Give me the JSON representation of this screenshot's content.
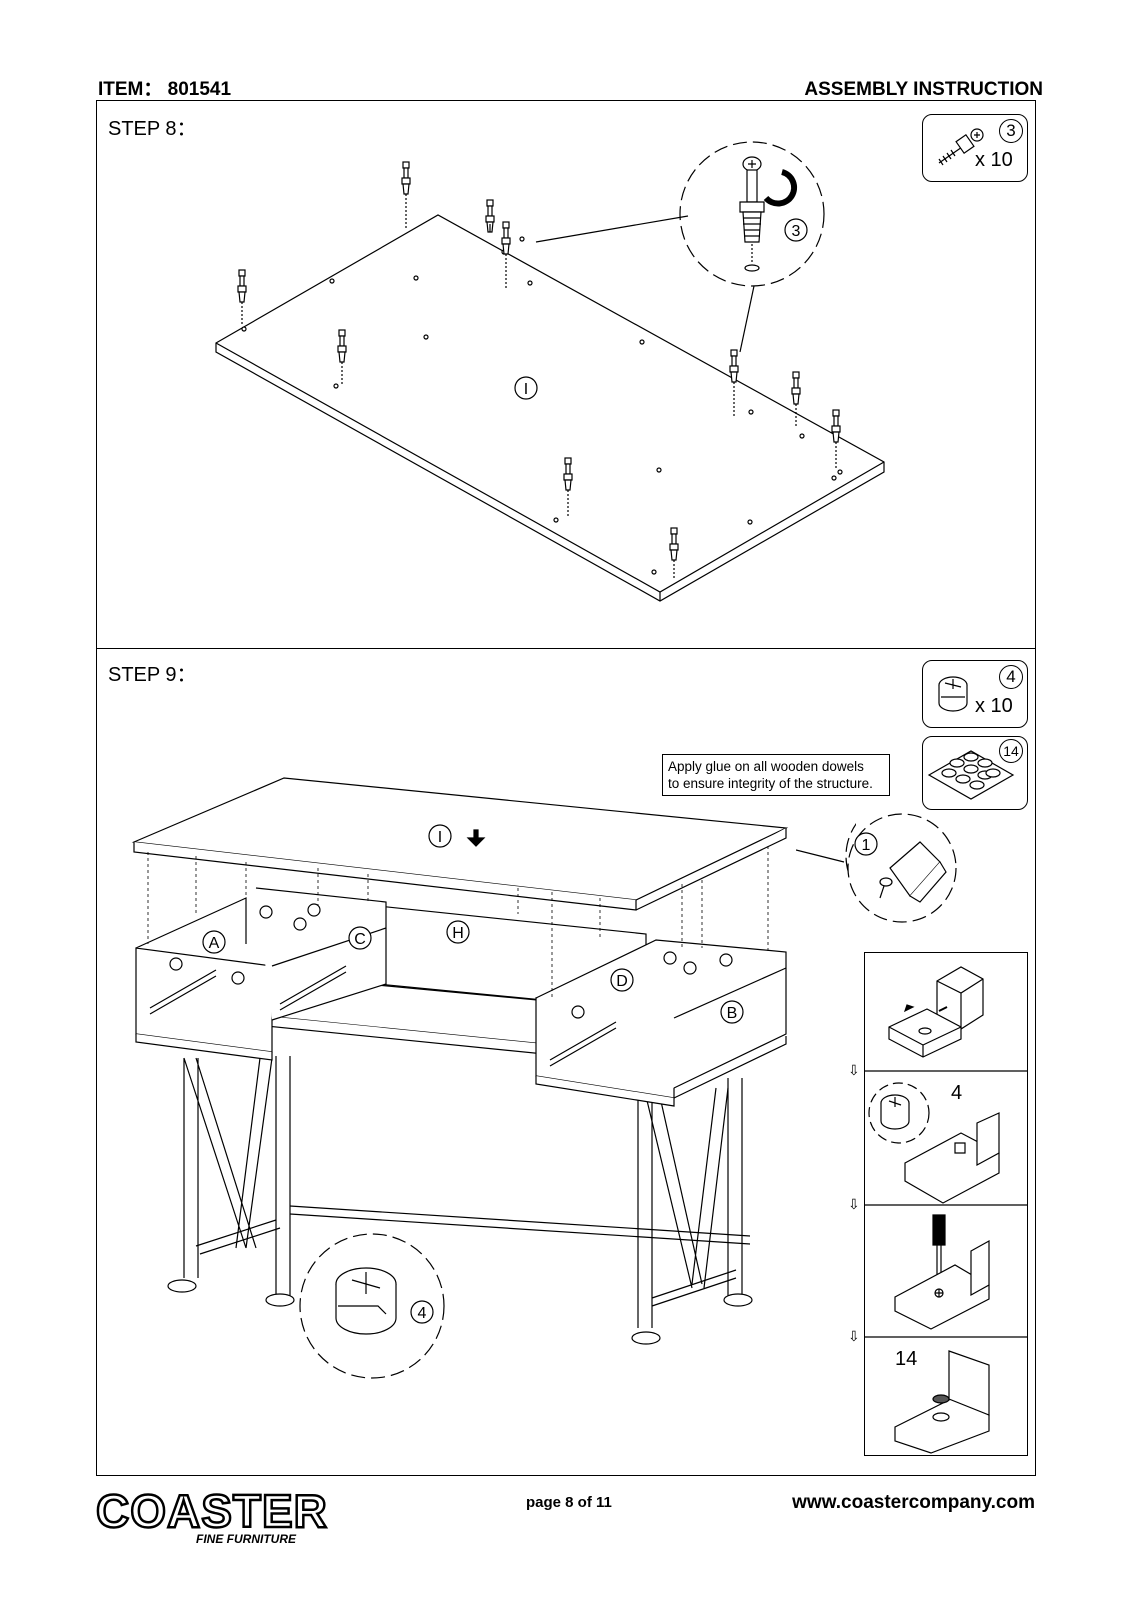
{
  "header": {
    "item_label": "ITEM： 801541",
    "title": "ASSEMBLY INSTRUCTION"
  },
  "step8": {
    "label": "STEP 8：",
    "part_number": "3",
    "part_qty": "x 10",
    "callout_number": "3",
    "panel_letter": "I"
  },
  "step9": {
    "label": "STEP 9：",
    "part_number": "4",
    "part_qty": "x 10",
    "pad_number": "14",
    "note_line1": "Apply glue on all wooden dowels",
    "note_line2": "to ensure integrity of the structure.",
    "callout_dowel": "1",
    "callout_cam": "4",
    "panel_letters": [
      "A",
      "B",
      "C",
      "D",
      "H",
      "I"
    ],
    "sequence_label_cam": "4",
    "sequence_label_pad": "14"
  },
  "footer": {
    "logo_text": "COASTER",
    "logo_sub": "FINE FURNITURE",
    "page": "page 8 of 11",
    "website": "www.coastercompany.com"
  }
}
